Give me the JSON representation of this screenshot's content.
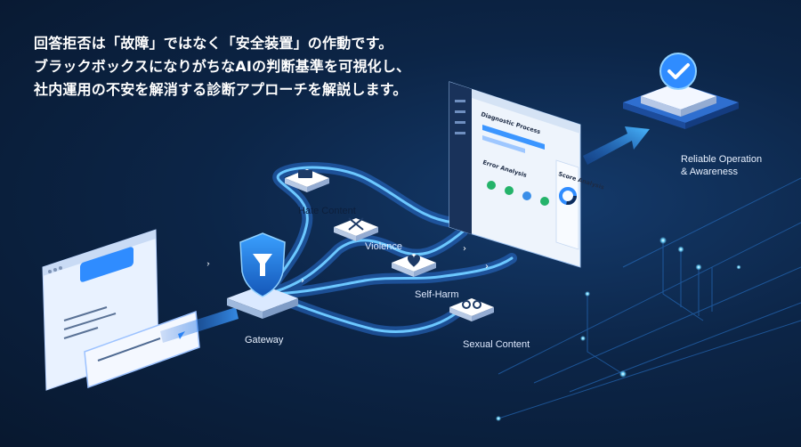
{
  "headline": {
    "line1": "回答拒否は「故障」ではなく「安全装置」の作動です。",
    "line2": "ブラックボックスになりがちなAIの判断基準を可視化し、",
    "line3": "社内運用の不安を解消する診断アプローチを解説します。"
  },
  "nodes": {
    "gateway": "Gateway",
    "hate": "Hate Content",
    "violence": "Violence",
    "selfharm": "Self-Harm",
    "sexual": "Sexual Content",
    "reliable_line1": "Reliable Operation",
    "reliable_line2": "& Awareness"
  },
  "dashboard": {
    "title": "Diagnostic Process",
    "panel_left": "Error Analysis",
    "panel_right": "Score Analysis"
  },
  "colors": {
    "accent": "#2f8cff",
    "glow": "#5fd0ff",
    "background": "#0c2547"
  }
}
